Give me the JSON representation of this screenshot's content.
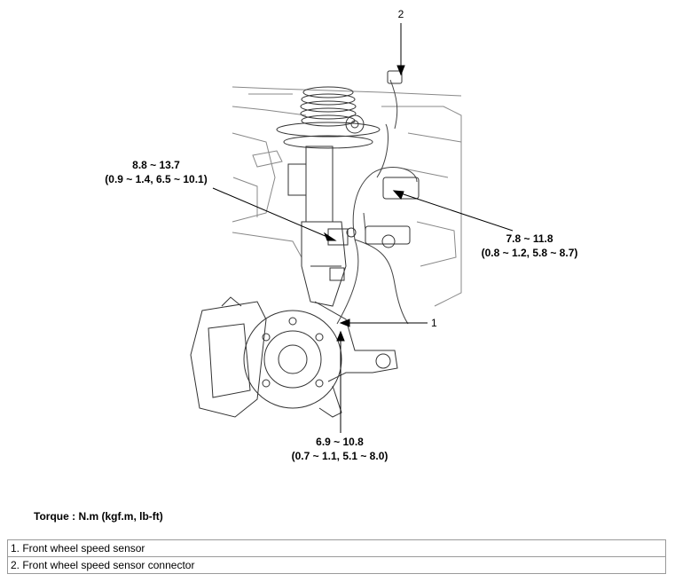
{
  "callouts": {
    "callout_1": "1",
    "callout_2": "2"
  },
  "torques": {
    "upper_left": {
      "value": "8.8 ~ 13.7",
      "alt": "(0.9 ~ 1.4, 6.5 ~ 10.1)"
    },
    "right": {
      "value": "7.8 ~ 11.8",
      "alt": "(0.8 ~ 1.2, 5.8 ~ 8.7)"
    },
    "bottom": {
      "value": "6.9 ~ 10.8",
      "alt": "(0.7 ~ 1.1, 5.1 ~ 8.0)"
    }
  },
  "torque_note": "Torque : N.m (kgf.m, lb-ft)",
  "legend": [
    "1. Front wheel speed sensor",
    "2. Front wheel speed sensor connector"
  ]
}
